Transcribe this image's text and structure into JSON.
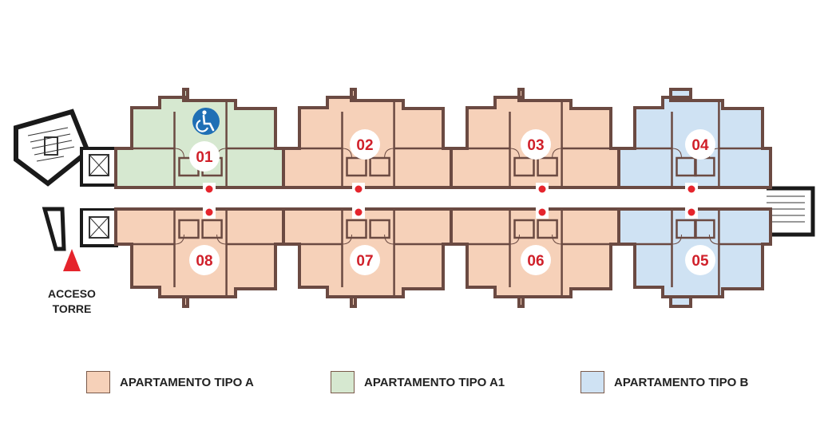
{
  "colors": {
    "tipo_a": "#f6d1b9",
    "tipo_a1": "#d6e8d0",
    "tipo_b": "#cfe2f3",
    "wall": "#6b4a42",
    "marker": "#e5242c",
    "corridor": "#ffffff"
  },
  "units": [
    {
      "label": "01",
      "type": "tipo_a1",
      "accessible": true
    },
    {
      "label": "02",
      "type": "tipo_a",
      "accessible": false
    },
    {
      "label": "03",
      "type": "tipo_a",
      "accessible": false
    },
    {
      "label": "04",
      "type": "tipo_b",
      "accessible": false
    },
    {
      "label": "05",
      "type": "tipo_b",
      "accessible": false
    },
    {
      "label": "06",
      "type": "tipo_a",
      "accessible": false
    },
    {
      "label": "07",
      "type": "tipo_a",
      "accessible": false
    },
    {
      "label": "08",
      "type": "tipo_a",
      "accessible": false
    }
  ],
  "access": {
    "line1": "ACCESO",
    "line2": "TORRE",
    "icon": "triangle-up-icon"
  },
  "accessible_icon": "wheelchair-icon",
  "legend": [
    {
      "label": "APARTAMENTO TIPO A",
      "type": "tipo_a"
    },
    {
      "label": "APARTAMENTO TIPO A1",
      "type": "tipo_a1"
    },
    {
      "label": "APARTAMENTO TIPO B",
      "type": "tipo_b"
    }
  ]
}
